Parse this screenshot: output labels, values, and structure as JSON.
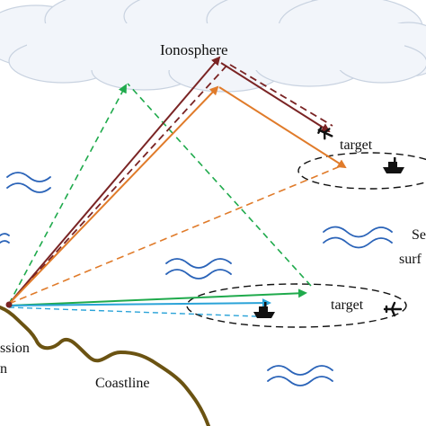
{
  "labels": {
    "ionosphere": "Ionosphere",
    "target_top": "target",
    "target_bottom": "target",
    "sea_line1": "Se",
    "sea_line2": "surf",
    "coastline": "Coastline",
    "transmission_line1": "ssion",
    "transmission_line2": "n"
  },
  "colors": {
    "brown": "#7a2424",
    "orange": "#e07b2a",
    "green": "#1faa4c",
    "blue": "#2aa3d8",
    "coast": "#6b5312",
    "wave": "#2a63b8",
    "cloud_fill": "#f2f5fa",
    "cloud_stroke": "#c8d2e0"
  },
  "icons": [
    "ship-icon",
    "aircraft-icon",
    "wave-icon",
    "cloud-icon",
    "arrowhead-icon"
  ]
}
